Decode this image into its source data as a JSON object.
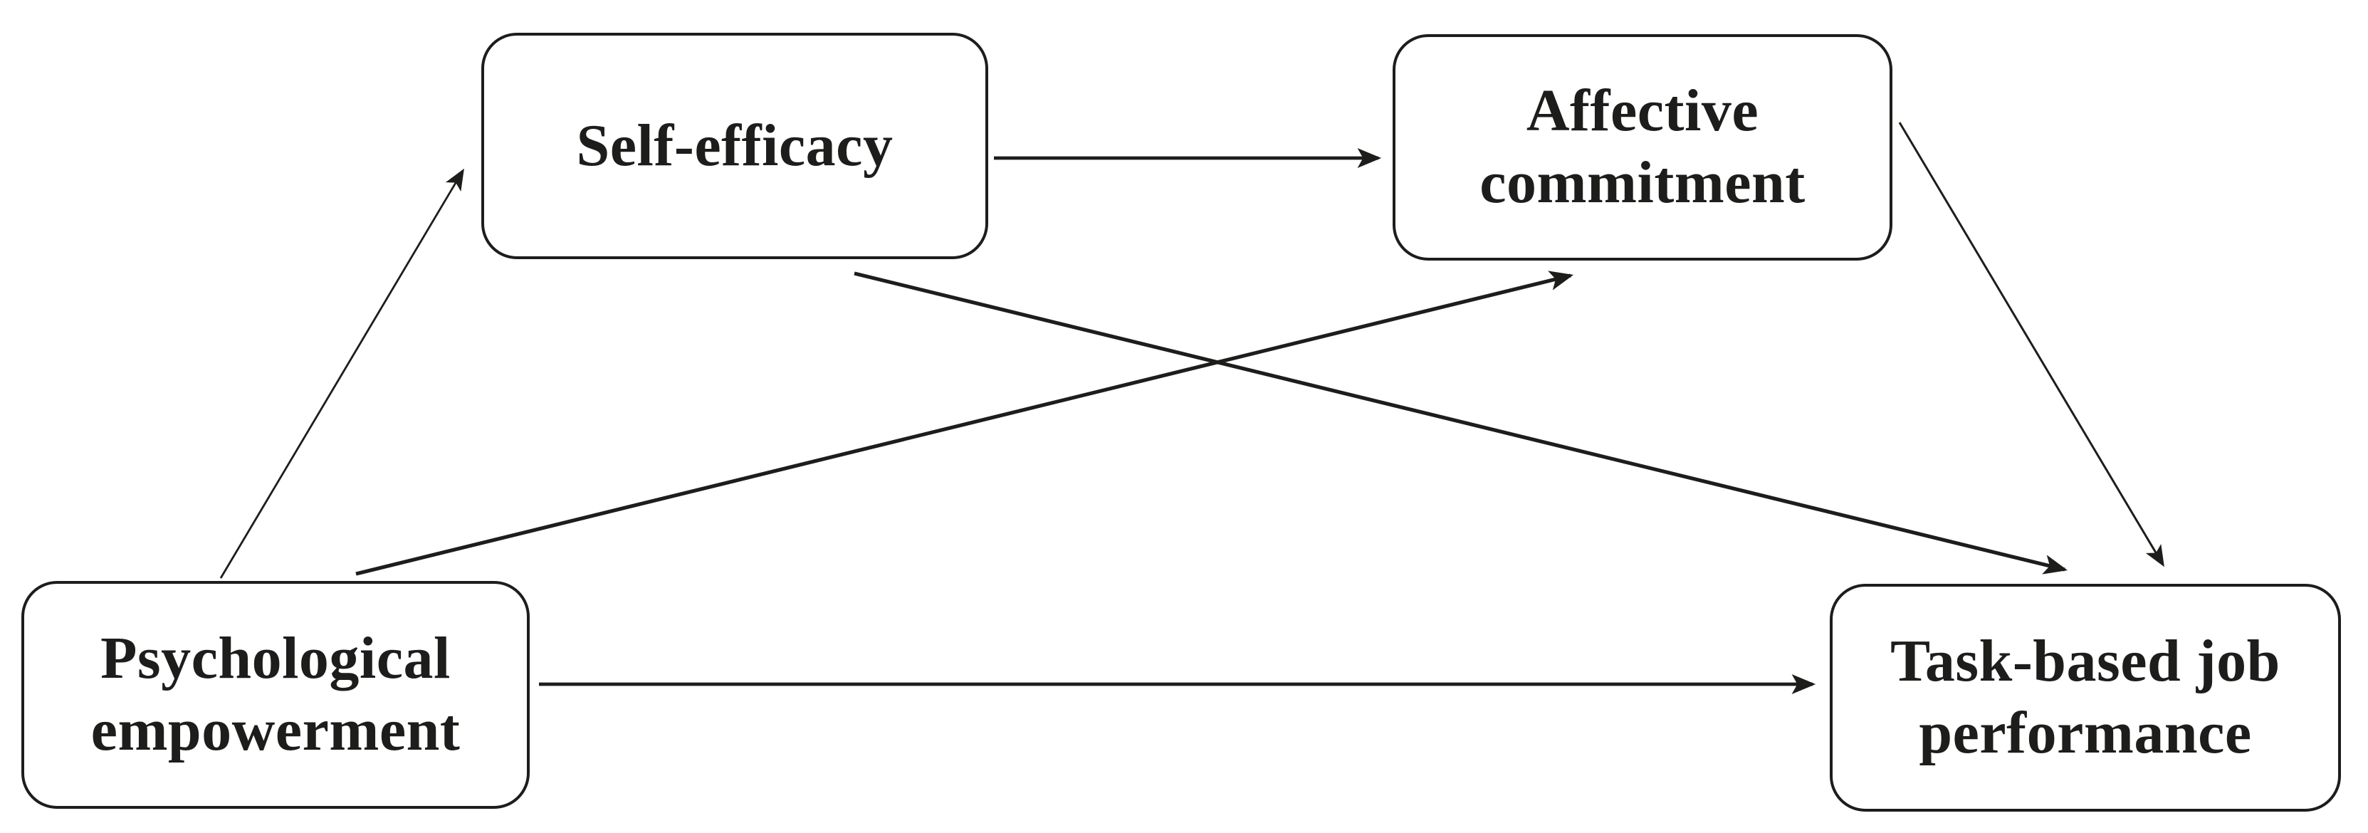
{
  "nodes": {
    "psychological_empowerment": {
      "label": "Psychological\nempowerment"
    },
    "self_efficacy": {
      "label": "Self-efficacy"
    },
    "affective_commitment": {
      "label": "Affective\ncommitment"
    },
    "task_performance": {
      "label": "Task-based job\nperformance"
    }
  },
  "edges": [
    {
      "from": "psychological_empowerment",
      "to": "self_efficacy"
    },
    {
      "from": "psychological_empowerment",
      "to": "affective_commitment"
    },
    {
      "from": "psychological_empowerment",
      "to": "task_performance"
    },
    {
      "from": "self_efficacy",
      "to": "affective_commitment"
    },
    {
      "from": "self_efficacy",
      "to": "task_performance"
    },
    {
      "from": "affective_commitment",
      "to": "task_performance"
    }
  ],
  "colors": {
    "background": "#ffffff",
    "line": "#1d1d1b",
    "box_border": "#1d1d1b",
    "text": "#1d1d1b"
  }
}
